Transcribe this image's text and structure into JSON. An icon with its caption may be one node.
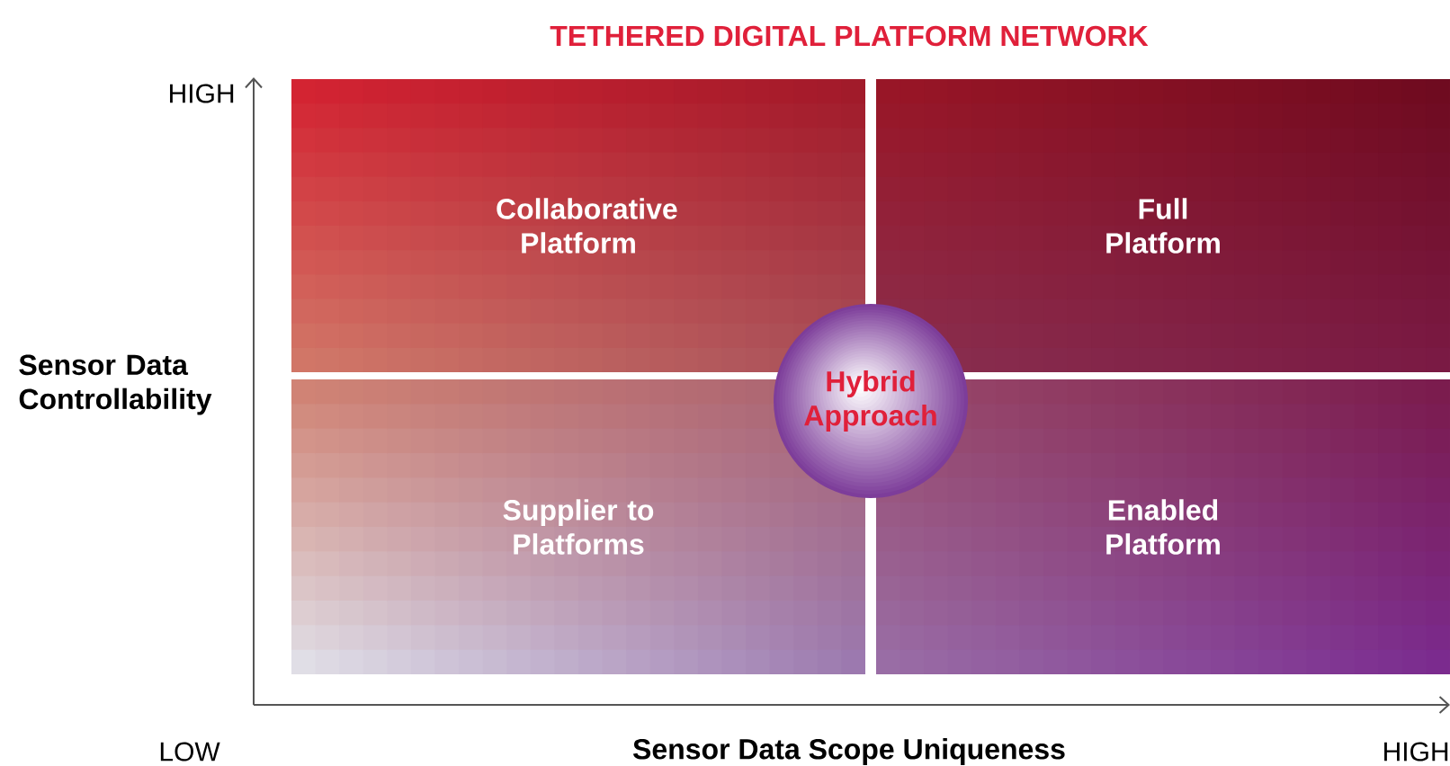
{
  "diagram": {
    "title": "TETHERED DIGITAL PLATFORM NETWORK",
    "nodes": [
      {
        "text": [
          "Collaborative Platform"
        ]
      },
      {
        "text": [
          "Full Platform"
        ]
      },
      {
        "text": [
          "Supplier to Platforms"
        ]
      },
      {
        "text": [
          "Enabled Platform"
        ]
      },
      {
        "text": [
          "Hybrid Approach"
        ]
      }
    ],
    "labels": [
      "HIGH",
      "Sensor Data Controllability",
      "LOW",
      "Sensor Data Scope Uniqueness",
      "HIGH"
    ]
  }
}
